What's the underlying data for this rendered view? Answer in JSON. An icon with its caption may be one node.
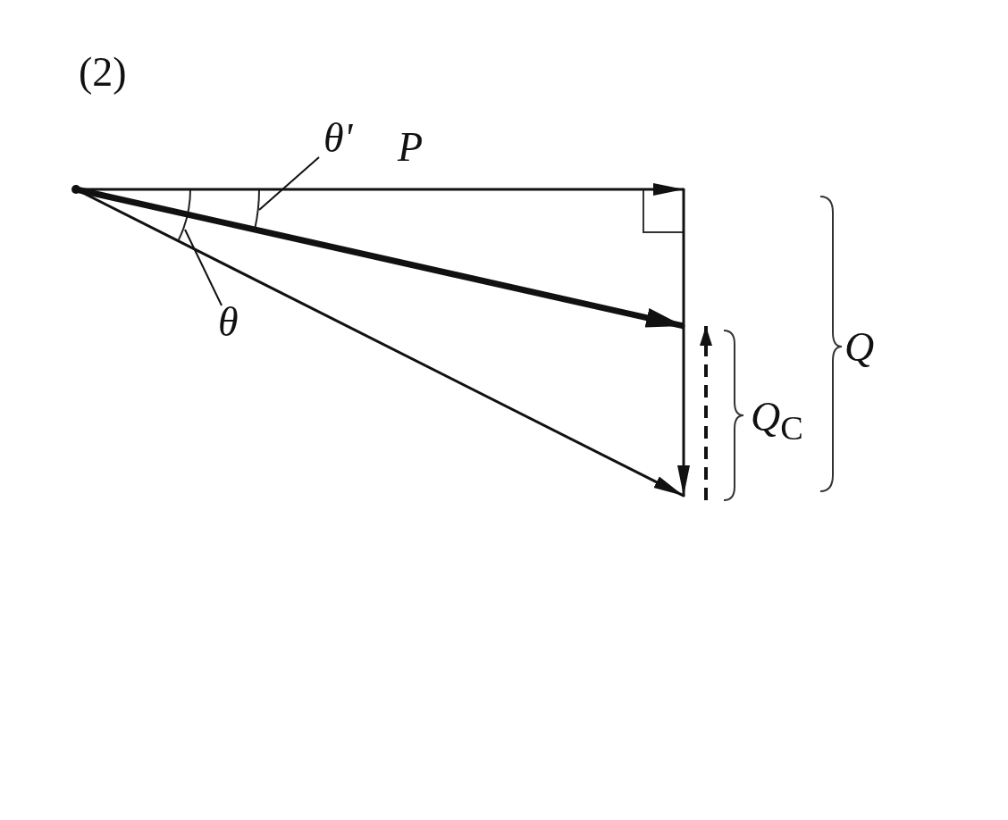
{
  "diagram": {
    "nodes": [
      {
        "text": [],
        "shape": "point"
      },
      {
        "text": [],
        "shape": "point"
      },
      {
        "text": [],
        "shape": "point"
      },
      {
        "text": [],
        "shape": "point"
      },
      {
        "text": [
          "θ'"
        ]
      },
      {
        "text": [],
        "shape": "arc"
      },
      {
        "text": [
          "θ"
        ]
      },
      {
        "text": [],
        "shape": "arc"
      }
    ],
    "edges": [
      {
        "from": 0,
        "to": 1,
        "arrow": "to",
        "label": "P"
      },
      {
        "from": 0,
        "to": 2,
        "arrow": "to",
        "style": "thick"
      },
      {
        "from": 0,
        "to": 3,
        "arrow": "to"
      },
      {
        "from": 1,
        "to": 3,
        "arrow": "to"
      },
      {
        "from": 3,
        "to": 2,
        "arrow": "to",
        "style": "dashed"
      },
      {
        "from": 4,
        "to": 7,
        "arrow": "none"
      },
      {
        "from": 6,
        "to": 5,
        "arrow": "none"
      }
    ],
    "labels": [
      "(2)",
      "*Q*$_{C}$",
      "Q"
    ]
  }
}
